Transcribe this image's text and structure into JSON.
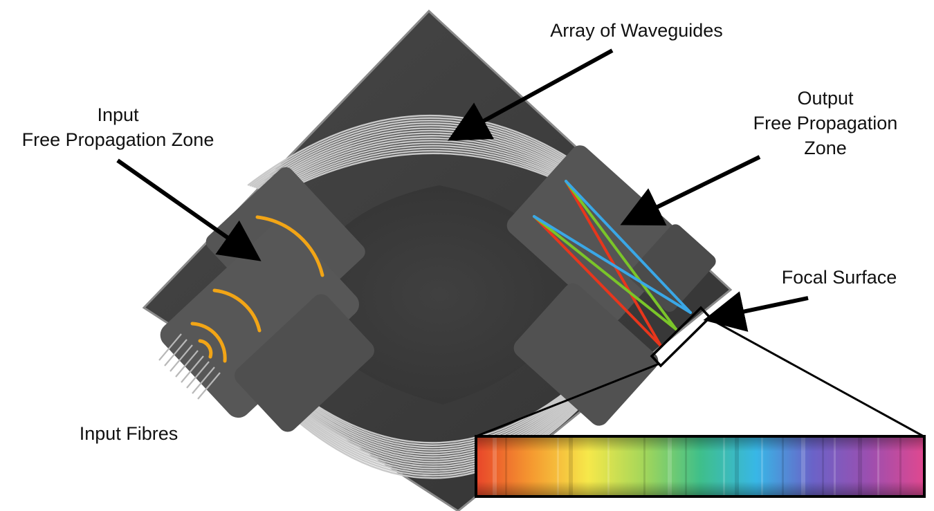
{
  "labels": {
    "input_fpz": [
      "Input",
      "Free Propagation Zone"
    ],
    "waveguides": "Array of Waveguides",
    "output_fpz": [
      "Output",
      "Free Propagation",
      "Zone"
    ],
    "focal_surface": "Focal Surface",
    "input_fibres": "Input Fibres"
  },
  "colors": {
    "chip_body": "#3d3d3d",
    "chip_edge": "#8a8a8a",
    "zone": "#555555",
    "waveguide_line": "#c9c9c9",
    "wavefront": "#f2a516",
    "ray_red": "#e8361c",
    "ray_green": "#7ac529",
    "ray_blue": "#3aa7e6",
    "arrow": "#000000"
  },
  "spectrum_stops": [
    "#e8452a",
    "#f59a30",
    "#f6e84a",
    "#a3d65a",
    "#3fbf8a",
    "#38b7e6",
    "#6a63c8",
    "#9b4fb0",
    "#e0488f"
  ]
}
